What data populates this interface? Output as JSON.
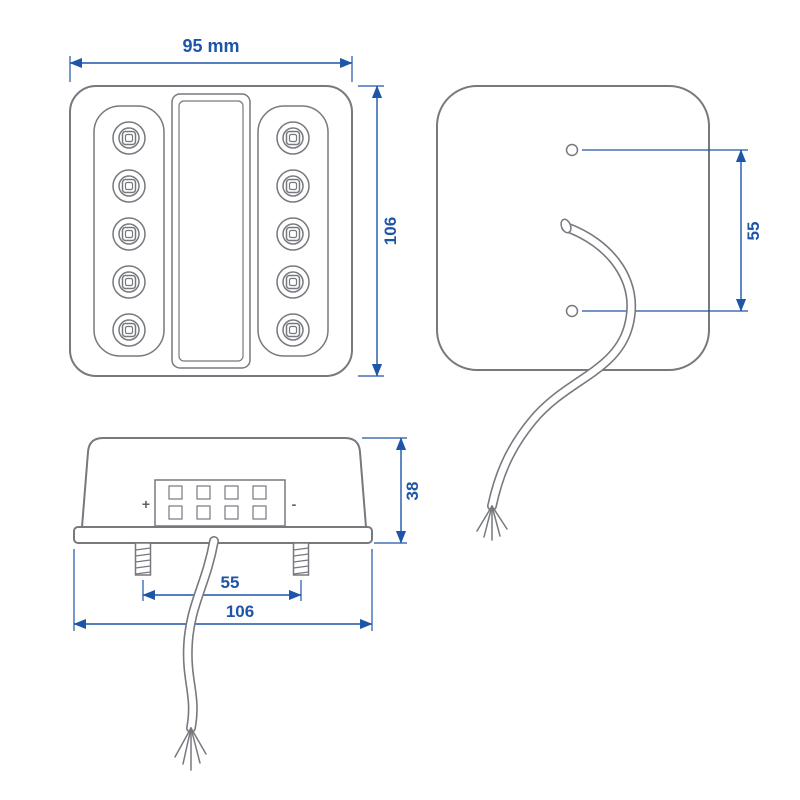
{
  "drawing": {
    "title": "rear-lamp-technical-drawing",
    "front_view": {
      "dim_width": "95 mm",
      "dim_height": "106"
    },
    "back_view": {
      "dim_hole_spacing": "55"
    },
    "side_view": {
      "dim_height": "38",
      "dim_stud_spacing": "55",
      "dim_width": "106",
      "terminal_plus": "+",
      "terminal_minus": "-"
    },
    "colors": {
      "line": "#76797e",
      "dimension": "#1d55a8"
    }
  }
}
